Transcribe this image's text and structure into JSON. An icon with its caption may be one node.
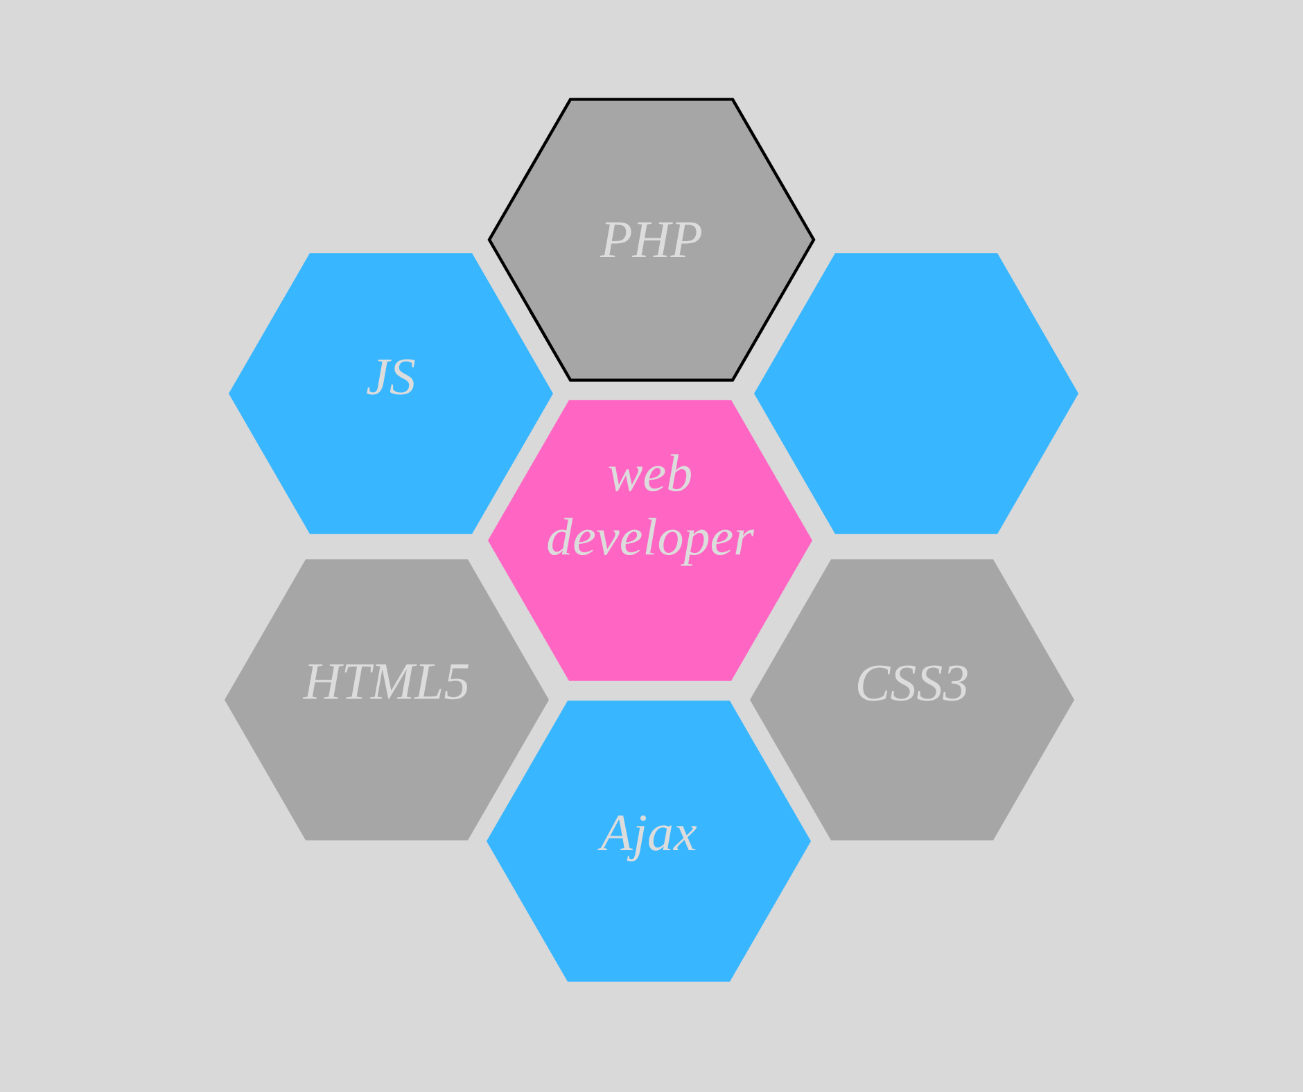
{
  "diagram": {
    "nodes": [
      {
        "text": [
          "PHP"
        ]
      },
      {
        "text": [
          "JS"
        ]
      },
      {
        "text": [],
        "shape": "hexagon"
      },
      {
        "text": [
          "web developer"
        ]
      },
      {
        "text": [
          "HTML5"
        ]
      },
      {
        "text": [
          "CSS3"
        ]
      },
      {
        "text": [
          "Ajax"
        ]
      }
    ]
  }
}
